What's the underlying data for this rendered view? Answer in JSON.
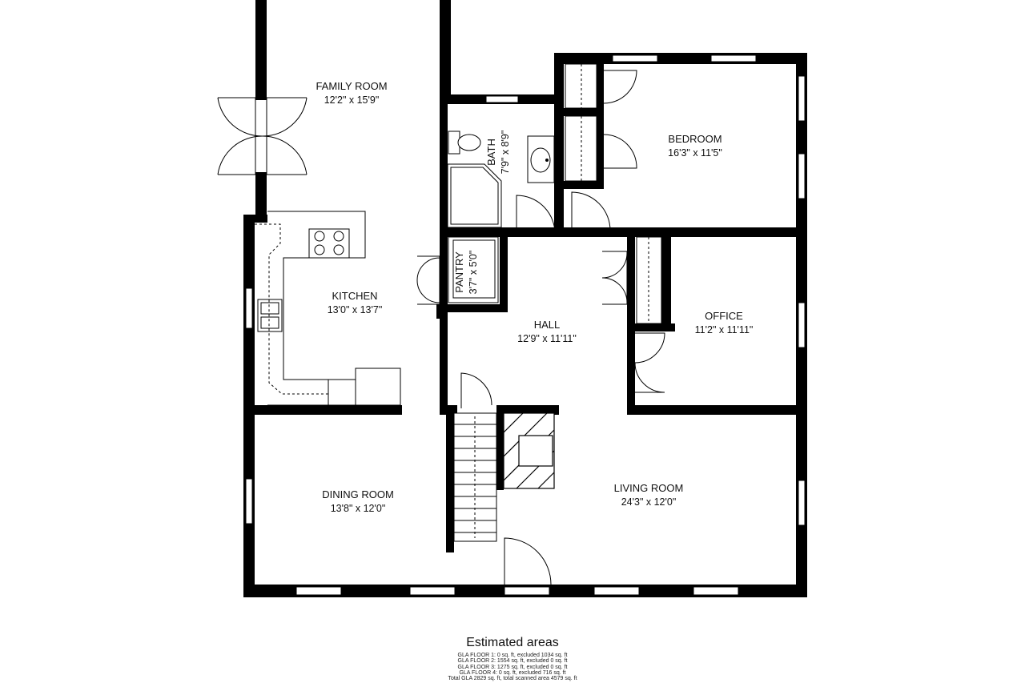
{
  "rooms": {
    "family_room": {
      "name": "FAMILY ROOM",
      "dim": "12'2\" x 15'9\""
    },
    "bath": {
      "name": "BATH",
      "dim": "7'9\" x 8'9\""
    },
    "bedroom": {
      "name": "BEDROOM",
      "dim": "16'3\" x 11'5\""
    },
    "pantry": {
      "name": "PANTRY",
      "dim": "3'7\" x 5'0\""
    },
    "kitchen": {
      "name": "KITCHEN",
      "dim": "13'0\" x 13'7\""
    },
    "hall": {
      "name": "HALL",
      "dim": "12'9\" x 11'11\""
    },
    "office": {
      "name": "OFFICE",
      "dim": "11'2\" x 11'11\""
    },
    "dining_room": {
      "name": "DINING ROOM",
      "dim": "13'8\" x 12'0\""
    },
    "living_room": {
      "name": "LIVING ROOM",
      "dim": "24'3\" x 12'0\""
    }
  },
  "estimated_areas": {
    "title": "Estimated areas",
    "lines": [
      "GLA FLOOR 1: 0 sq. ft, excluded 1034 sq. ft",
      "GLA FLOOR 2: 1554 sq. ft, excluded 0 sq. ft",
      "GLA FLOOR 3: 1275 sq. ft, excluded 0 sq. ft",
      "GLA FLOOR 4: 0 sq. ft, excluded 716 sq. ft",
      "Total GLA 2829 sq. ft, total scanned area 4579 sq. ft"
    ]
  }
}
